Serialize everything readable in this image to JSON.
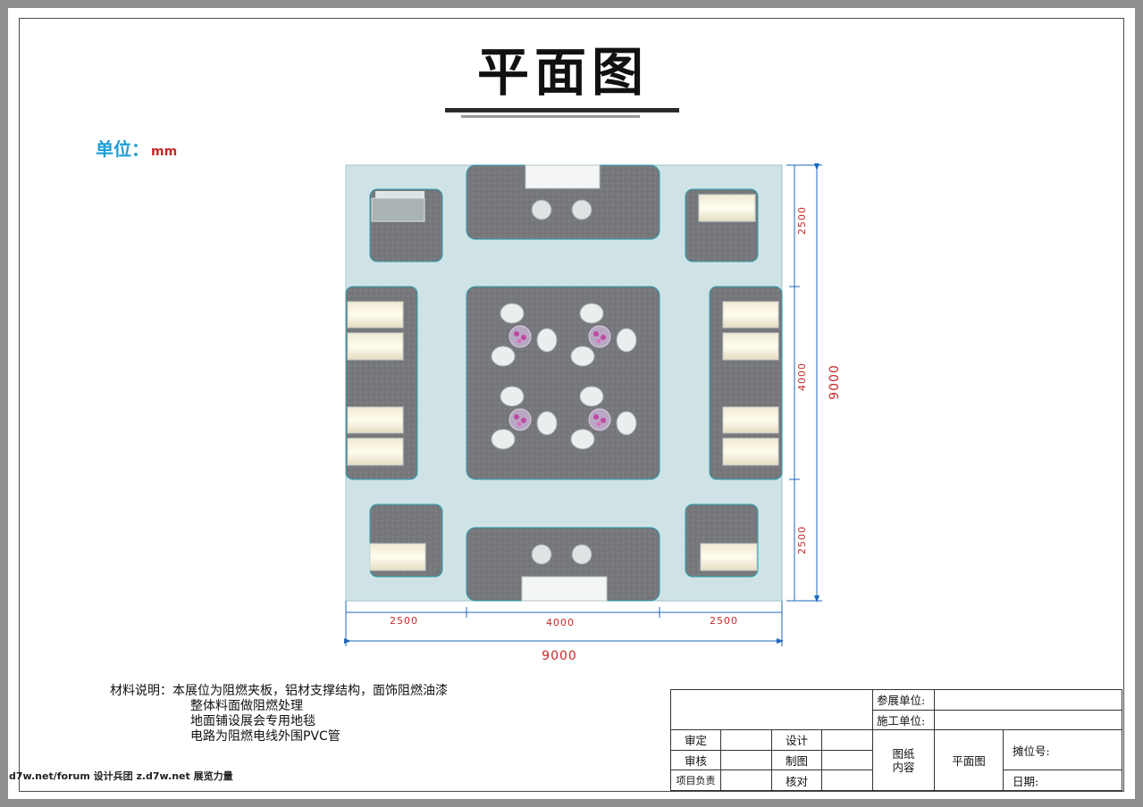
{
  "title": "平面图",
  "unit": {
    "label": "单位：",
    "value": "mm"
  },
  "dimensions": {
    "horizontal_segments": [
      "2500",
      "4000",
      "2500"
    ],
    "horizontal_total": "9000",
    "vertical_segments": [
      "2500",
      "4000",
      "2500"
    ],
    "vertical_total": "9000"
  },
  "notes": {
    "label": "材料说明：",
    "lines": [
      "本展位为阻燃夹板，铝材支撑结构，面饰阻燃油漆",
      "整体料面做阻燃处理",
      "地面铺设展会专用地毯",
      "电路为阻燃电线外围PVC管"
    ]
  },
  "watermark": "d7w.net/forum 设计兵团 z.d7w.net 展览力量",
  "title_block": {
    "exhibitor_label": "参展单位:",
    "builder_label": "施工单位:",
    "review_label": "审定",
    "design_label": "设计",
    "audit_label": "审核",
    "drafting_label": "制图",
    "project_lead_label": "项目负责",
    "check_label": "核对",
    "drawing_content_label_1": "图纸",
    "drawing_content_label_2": "内容",
    "drawing_content_value": "平面图",
    "booth_no_label": "摊位号:",
    "date_label": "日期:"
  },
  "colors": {
    "platform": "#cfe3e6",
    "carpet": "#7a7c80",
    "dimension_line": "#1e67b8",
    "dimension_text": "#c42a2a",
    "unit_label": "#1e9fd6"
  }
}
